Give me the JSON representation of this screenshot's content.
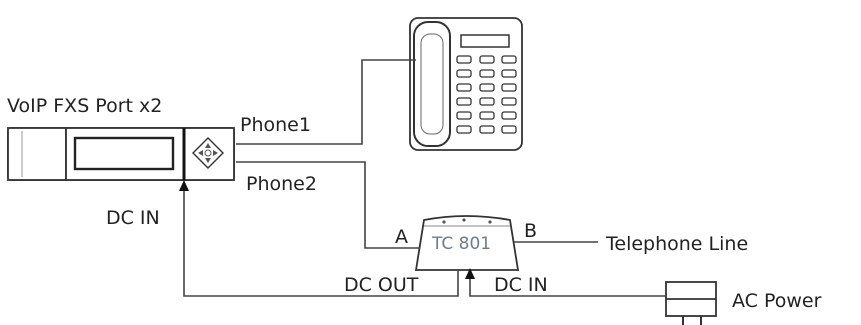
{
  "labels": {
    "gateway": "VoIP FXS Port x2",
    "phone1": "Phone1",
    "phone2": "Phone2",
    "dc_in_left": "DC IN",
    "dc_in_right": "DC IN",
    "dc_out": "DC OUT",
    "port_a": "A",
    "port_b": "B",
    "tc801": "TC 801",
    "telephone_line": "Telephone Line",
    "ac_power": "AC Power"
  },
  "colors": {
    "line": "#444444",
    "chip_text": "#6b7d8c"
  },
  "icons": {
    "gateway": "voip-gateway-icon",
    "phone": "desk-phone-icon",
    "switch": "tc801-switch-icon",
    "adapter": "power-adapter-icon"
  }
}
